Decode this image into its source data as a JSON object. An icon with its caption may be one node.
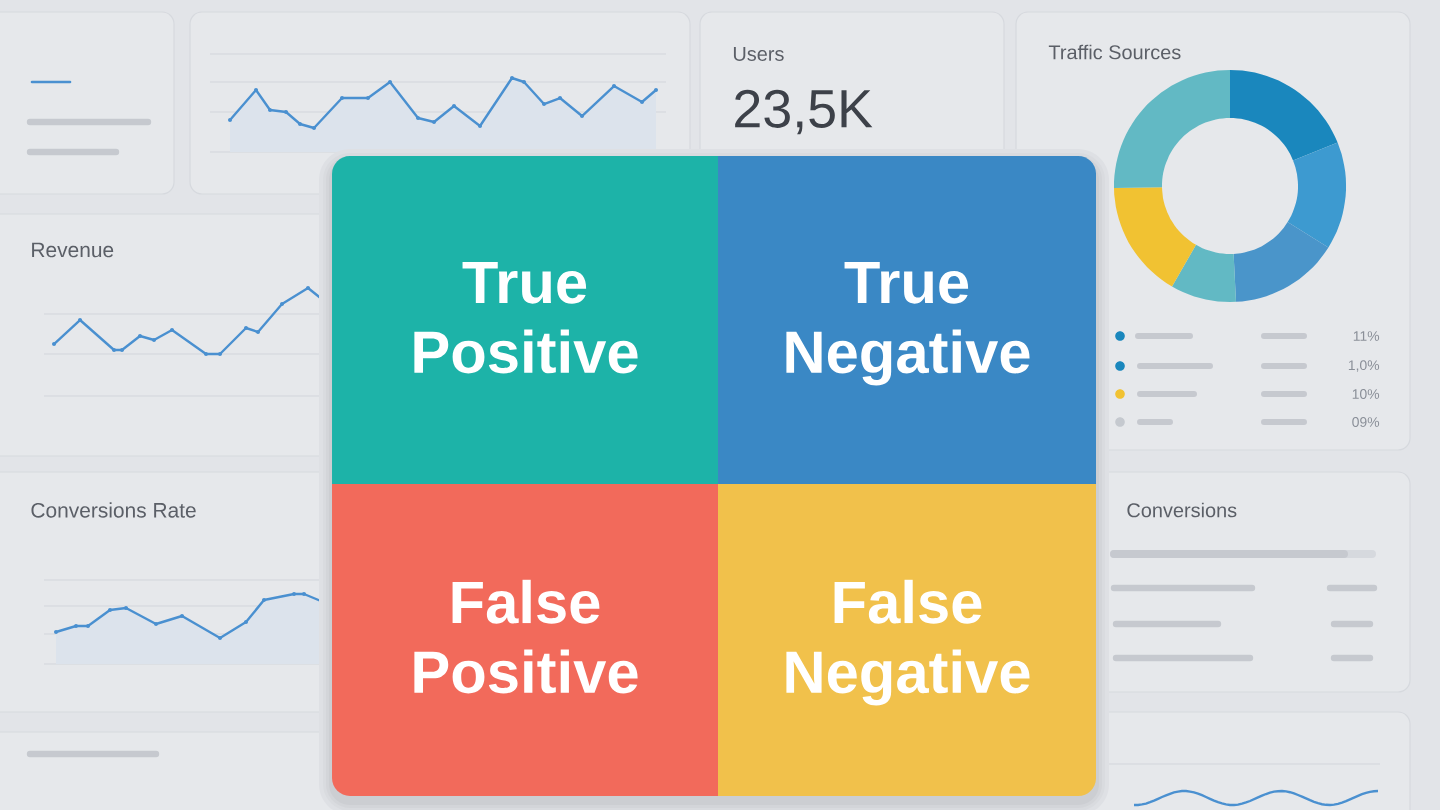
{
  "diagram": {
    "nodes": [
      {
        "text": [
          "True Positive"
        ]
      },
      {
        "text": [
          "True Negative"
        ]
      },
      {
        "text": [
          "False Positive"
        ]
      },
      {
        "text": [
          "False Negative"
        ]
      }
    ],
    "labels": [
      "Users",
      "Traffic Sources",
      "23,5K",
      "Revenue",
      "11%",
      "1,0%",
      "10%",
      "09%",
      "Conversions Rate",
      "Conversions"
    ]
  }
}
